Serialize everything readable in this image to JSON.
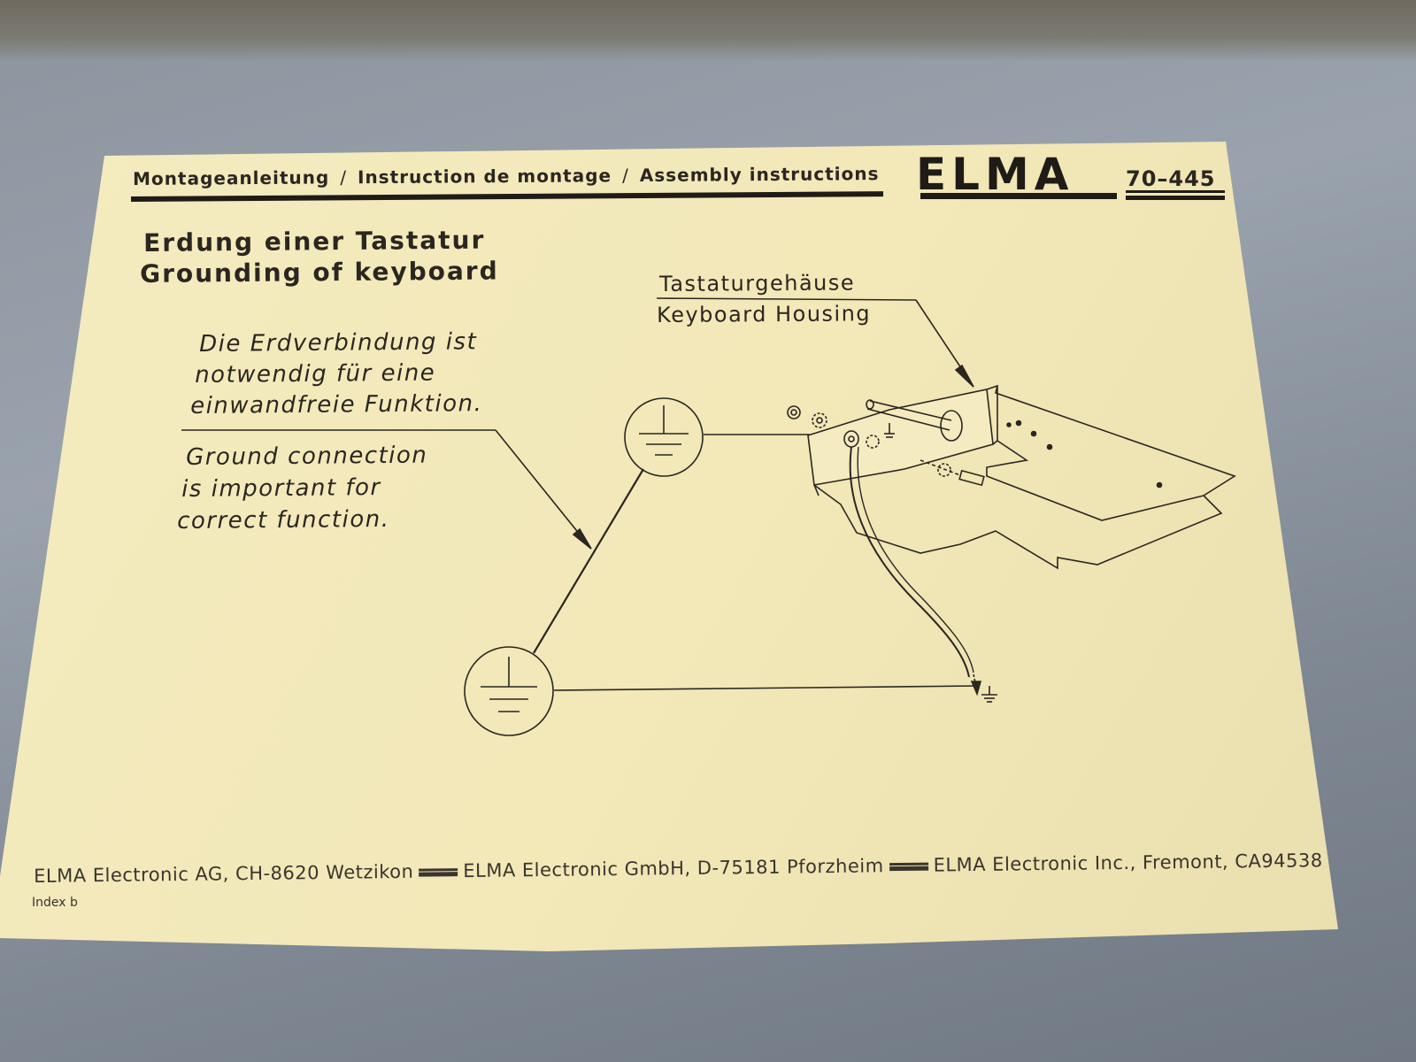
{
  "header": {
    "line_de": "Montageanleitung",
    "line_fr": "Instruction de montage",
    "line_en": "Assembly instructions",
    "separator": "/",
    "brand": "ELMA",
    "doc_number": "70–445"
  },
  "title": {
    "de": "Erdung einer Tastatur",
    "en": "Grounding of keyboard"
  },
  "note_de": [
    "Die Erdverbindung ist",
    "notwendig für eine",
    "einwandfreie Funktion."
  ],
  "note_en": [
    "Ground connection",
    "is important for",
    "correct function."
  ],
  "housing_label": {
    "de": "Tastaturgehäuse",
    "en": "Keyboard Housing"
  },
  "footer": {
    "addr1": "ELMA Electronic AG, CH-8620 Wetzikon",
    "addr2": "ELMA Electronic GmbH, D-75181 Pforzheim",
    "addr3": "ELMA Electronic Inc., Fremont, CA94538",
    "index": "Index b"
  },
  "icons": [
    "ground-symbol-icon",
    "ground-terminal-icon",
    "nut-icon",
    "washer-icon",
    "screw-icon"
  ]
}
